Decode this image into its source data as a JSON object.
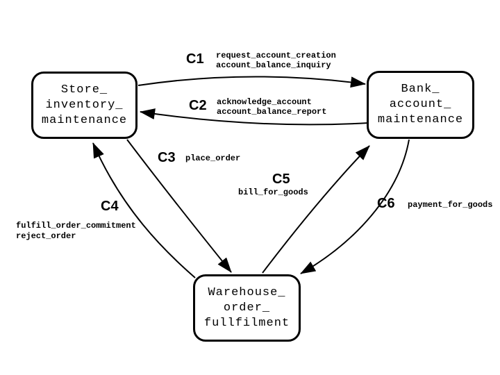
{
  "colors": {
    "background": "#ffffff",
    "stroke": "#000000"
  },
  "nodes": {
    "store": {
      "lines": [
        "Store_",
        "inventory_",
        "maintenance"
      ]
    },
    "bank": {
      "lines": [
        "Bank_",
        "account_",
        "maintenance"
      ]
    },
    "warehouse": {
      "lines": [
        "Warehouse_",
        "order_",
        "fullfilment"
      ]
    }
  },
  "connectors": {
    "c1": {
      "id": "C1",
      "from": "store",
      "to": "bank",
      "messages": [
        "request_account_creation",
        "account_balance_inquiry"
      ]
    },
    "c2": {
      "id": "C2",
      "from": "bank",
      "to": "store",
      "messages": [
        "acknowledge_account",
        "account_balance_report"
      ]
    },
    "c3": {
      "id": "C3",
      "from": "store",
      "to": "warehouse",
      "messages": [
        "place_order"
      ]
    },
    "c4": {
      "id": "C4",
      "from": "warehouse",
      "to": "store",
      "messages": [
        "fulfill_order_commitment",
        "reject_order"
      ]
    },
    "c5": {
      "id": "C5",
      "from": "warehouse",
      "to": "bank",
      "messages": [
        "bill_for_goods"
      ]
    },
    "c6": {
      "id": "C6",
      "from": "bank",
      "to": "warehouse",
      "messages": [
        "payment_for_goods"
      ]
    }
  }
}
